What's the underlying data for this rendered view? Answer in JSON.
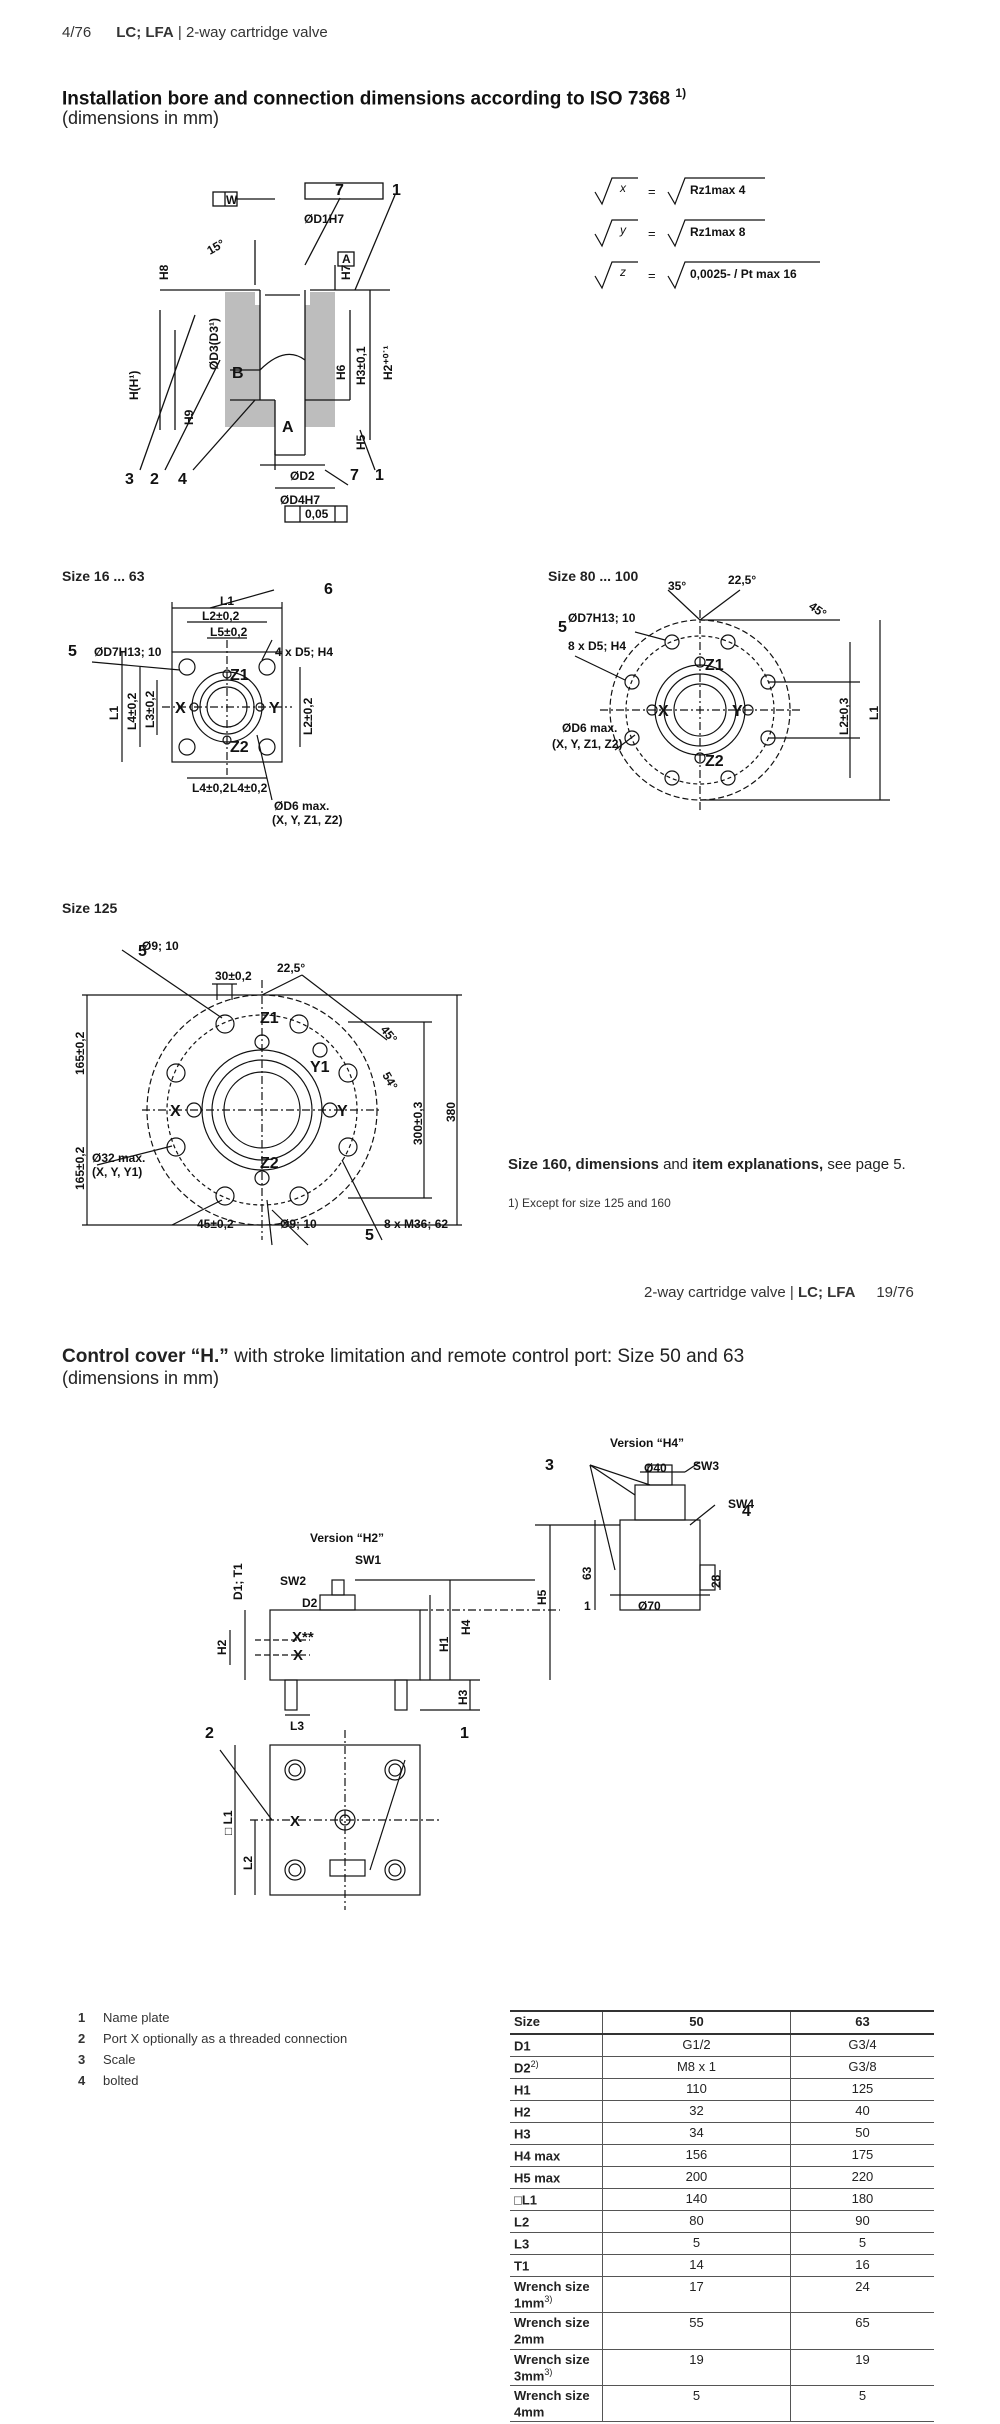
{
  "page1": {
    "header": {
      "page": "4/76",
      "product": "LC; LFA",
      "subtitle": "| 2-way cartridge valve"
    },
    "title": "Installation bore and connection dimensions according to ISO 7368",
    "title_note": "1)",
    "units": "(dimensions in mm)",
    "surface": {
      "x": "x",
      "y": "y",
      "z": "z",
      "x_val": "Rz1max 4",
      "y_val": "Rz1max 8",
      "z_val": "0,0025- / Pt max 16"
    },
    "bore_labels": {
      "d1": "ØD1H7",
      "d2": "ØD2",
      "d4": "ØD4H7",
      "d3": "ØD3(D3¹)",
      "h": "H(H¹)",
      "h8": "H8",
      "h9": "H9",
      "h7": "H7",
      "h3": "H3±0,1",
      "h2": "H2⁺⁰˙¹",
      "h6": "H6",
      "h5": "H5",
      "a": "A",
      "b": "B",
      "box_a": "A",
      "w": "W",
      "tol": "0,05",
      "angle": "15°",
      "c3": "3",
      "c2": "2",
      "c4": "4",
      "c7": "7",
      "c1": "1"
    },
    "size16": {
      "title": "Size 16 ... 63",
      "l1": "L1",
      "l2": "L2±0,2",
      "l5": "L5±0,2",
      "l4a": "L4±0,2",
      "l3": "L3±0,2",
      "l2v": "L2±0,2",
      "d7": "ØD7H13; 10",
      "d5": "4 x D5; H4",
      "d6": "ØD6 max.",
      "ports": "(X, Y, Z1, Z2)",
      "x": "X",
      "y": "Y",
      "z1": "Z1",
      "z2": "Z2",
      "c5": "5",
      "c6": "6"
    },
    "size80": {
      "title": "Size 80 ... 100",
      "a35": "35°",
      "a22": "22,5°",
      "a45": "45°",
      "d7": "ØD7H13; 10",
      "d5": "8 x D5; H4",
      "d6": "ØD6 max.",
      "ports": "(X, Y, Z1, Z2)",
      "l1": "L1",
      "l2": "L2±0,3",
      "x": "X",
      "y": "Y",
      "z1": "Z1",
      "z2": "Z2",
      "c5": "5"
    },
    "size125": {
      "title": "Size 125",
      "d9": "Ø9; 10",
      "d9b": "Ø9; 10",
      "d30": "30±0,2",
      "a22": "22,5°",
      "a45": "45°",
      "a54": "54°",
      "v165a": "165±0,2",
      "v165b": "165±0,2",
      "d32": "Ø32 max.",
      "ports": "(X, Y, Y1)",
      "v300": "300±0,3",
      "v380": "380",
      "v45": "45±0,2",
      "m36": "8 x M36; 62",
      "x": "X",
      "y": "Y",
      "y1": "Y1",
      "z1": "Z1",
      "z2": "Z2",
      "c5a": "5",
      "c5b": "5"
    },
    "size160_note_bold": "Size 160, dimensions",
    "size160_note_mid": "and",
    "size160_note_bold2": "item explanations,",
    "size160_note_end": "see page 5.",
    "footnote": "1) Except for size 125 and 160"
  },
  "page2": {
    "header": {
      "subtitle": "2-way cartridge valve |",
      "product": "LC; LFA",
      "page": "19/76"
    },
    "title": "Control cover “H.”",
    "title_rest": "with stroke limitation and remote control port: Size 50 and 63",
    "units": "(dimensions in mm)",
    "drawing": {
      "h2_version": "Version “H2”",
      "h4_version": "Version “H4”",
      "sw1": "SW1",
      "sw2": "SW2",
      "sw3": "SW3",
      "sw4": "SW4",
      "d2": "D2",
      "d1t1": "D1; T1",
      "h2": "H2",
      "h1": "H1",
      "h4": "H4",
      "h3": "H3",
      "h5": "H5",
      "l3": "L3",
      "xstar": "X**",
      "x": "X",
      "x2": "X",
      "d40": "Ø40",
      "d70": "Ø70",
      "v63": "63",
      "v28": "28",
      "v1": "1",
      "l1": "□ L1",
      "l2": "L2",
      "c1": "1",
      "c2": "2",
      "c3": "3",
      "c4": "4"
    },
    "legend": [
      {
        "n": "1",
        "t": "Name plate"
      },
      {
        "n": "2",
        "t": "Port X optionally as a threaded connection"
      },
      {
        "n": "3",
        "t": "Scale"
      },
      {
        "n": "4",
        "t": "bolted"
      }
    ],
    "table": {
      "headers": [
        "Size",
        "50",
        "63"
      ],
      "rows": [
        {
          "k": "D1",
          "sup": "",
          "a": "G1/2",
          "b": "G3/4"
        },
        {
          "k": "D2",
          "sup": "2)",
          "a": "M8 x 1",
          "b": "G3/8"
        },
        {
          "k": "H1",
          "sup": "",
          "a": "110",
          "b": "125"
        },
        {
          "k": "H2",
          "sup": "",
          "a": "32",
          "b": "40"
        },
        {
          "k": "H3",
          "sup": "",
          "a": "34",
          "b": "50"
        },
        {
          "k": "H4 max",
          "sup": "",
          "a": "156",
          "b": "175"
        },
        {
          "k": "H5 max",
          "sup": "",
          "a": "200",
          "b": "220"
        },
        {
          "k": "□L1",
          "sup": "",
          "a": "140",
          "b": "180"
        },
        {
          "k": "L2",
          "sup": "",
          "a": "80",
          "b": "90"
        },
        {
          "k": "L3",
          "sup": "",
          "a": "5",
          "b": "5"
        },
        {
          "k": "T1",
          "sup": "",
          "a": "14",
          "b": "16"
        },
        {
          "k": "Wrench size 1mm",
          "sup": "3)",
          "a": "17",
          "b": "24"
        },
        {
          "k": "Wrench size 2mm",
          "sup": "",
          "a": "55",
          "b": "65"
        },
        {
          "k": "Wrench size 3mm",
          "sup": "3)",
          "a": "19",
          "b": "19"
        },
        {
          "k": "Wrench size 4mm",
          "sup": "",
          "a": "5",
          "b": "5"
        }
      ]
    }
  }
}
